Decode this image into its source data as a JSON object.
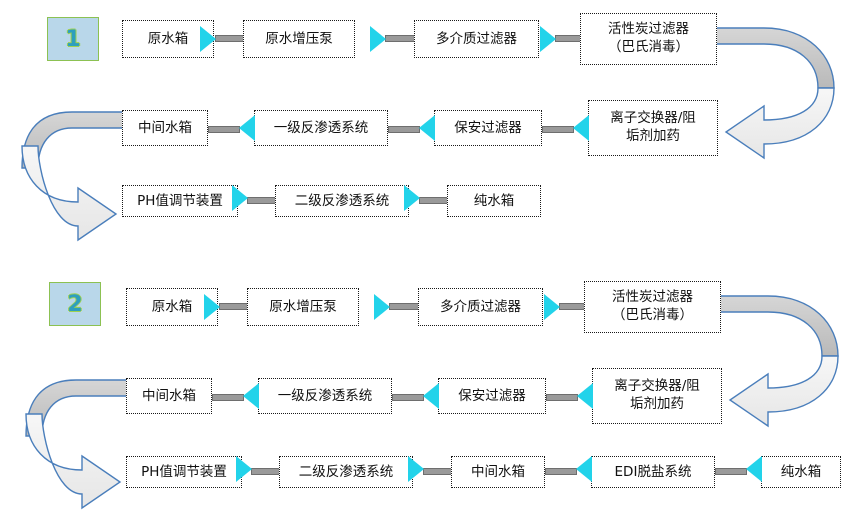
{
  "diagrams": [
    {
      "number": "1",
      "rows": [
        {
          "direction": "ltr",
          "nodes": [
            "原水箱",
            "原水增压泵",
            "多介质过滤器",
            "活性炭过滤器\n（巴氏消毒）"
          ]
        },
        {
          "direction": "rtl",
          "nodes": [
            "中间水箱",
            "一级反渗透系统",
            "保安过滤器",
            "离子交换器/阻\n垢剂加药"
          ]
        },
        {
          "direction": "ltr",
          "nodes": [
            "PH值调节装置",
            "二级反渗透系统",
            "纯水箱"
          ]
        }
      ],
      "loop_arrows": [
        "right-loop-row1-to-row2",
        "left-loop-row2-to-row3"
      ]
    },
    {
      "number": "2",
      "rows": [
        {
          "direction": "ltr",
          "nodes": [
            "原水箱",
            "原水增压泵",
            "多介质过滤器",
            "活性炭过滤器\n（巴氏消毒）"
          ]
        },
        {
          "direction": "rtl",
          "nodes": [
            "中间水箱",
            "一级反渗透系统",
            "保安过滤器",
            "离子交换器/阻\n垢剂加药"
          ]
        },
        {
          "direction": "mixed",
          "nodes": [
            "PH值调节装置",
            "二级反渗透系统",
            "中间水箱",
            "EDI脱盐系统",
            "纯水箱"
          ]
        }
      ],
      "loop_arrows": [
        "right-loop-row1-to-row2",
        "left-loop-row2-to-row3"
      ]
    }
  ],
  "colors": {
    "badge_fill": "#b9d7ea",
    "badge_border": "#8cc152",
    "badge_text": "#2e9fbe",
    "arrow_cyan": "#22d3ea",
    "connector_gray": "#9a9a9a",
    "box_border": "#1a1a1a",
    "curve_outline": "#4a7ebb",
    "curve_fill_top": "#c9c9c9",
    "curve_fill_bottom": "#f0f0f0"
  }
}
